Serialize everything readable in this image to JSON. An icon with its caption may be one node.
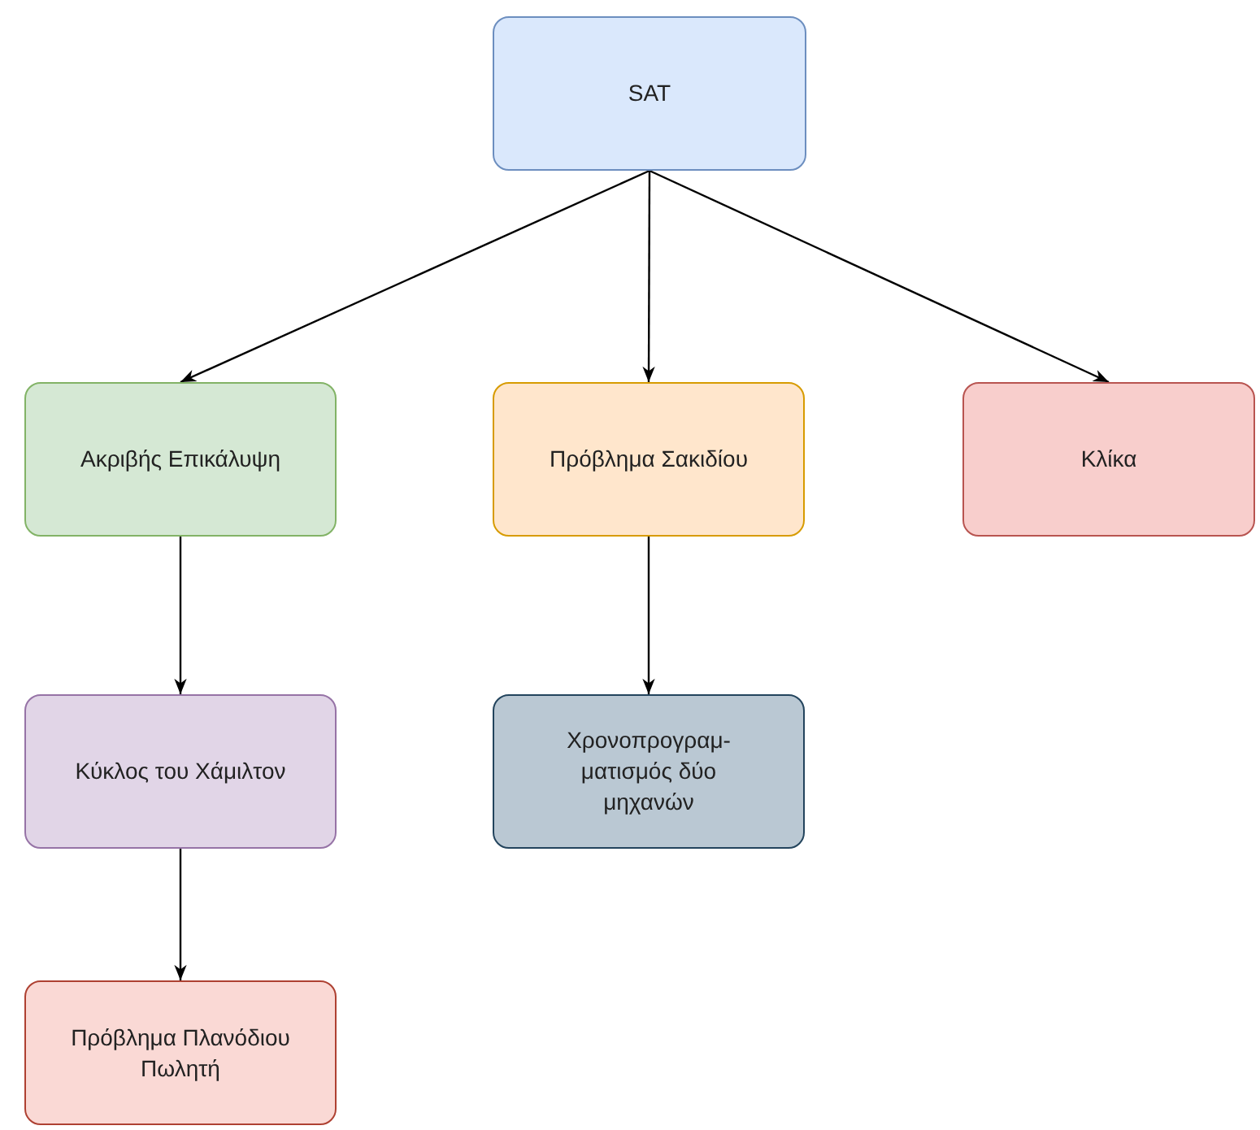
{
  "diagram": {
    "nodes": [
      {
        "text": [
          "SAT"
        ]
      },
      {
        "text": [
          "Ακριβής Επικάλυψη"
        ]
      },
      {
        "text": [
          "Πρόβλημα Σακιδίου"
        ]
      },
      {
        "text": [
          "Κλίκα"
        ]
      },
      {
        "text": [
          "Κύκλος του Χάμιλτον"
        ]
      },
      {
        "text": [
          "Χρονοπρογραμ- ματισμός δύο μηχανών"
        ]
      },
      {
        "text": [
          "Πρόβλημα Πλανόδιου Πωλητή"
        ]
      }
    ],
    "edges": [
      {
        "from": 0,
        "to": 1,
        "arrow": "to"
      },
      {
        "from": 0,
        "to": 2,
        "arrow": "to"
      },
      {
        "from": 0,
        "to": 3,
        "arrow": "to"
      },
      {
        "from": 1,
        "to": 4,
        "arrow": "to"
      },
      {
        "from": 2,
        "to": 5,
        "arrow": "to"
      },
      {
        "from": 4,
        "to": 6,
        "arrow": "to"
      }
    ]
  }
}
